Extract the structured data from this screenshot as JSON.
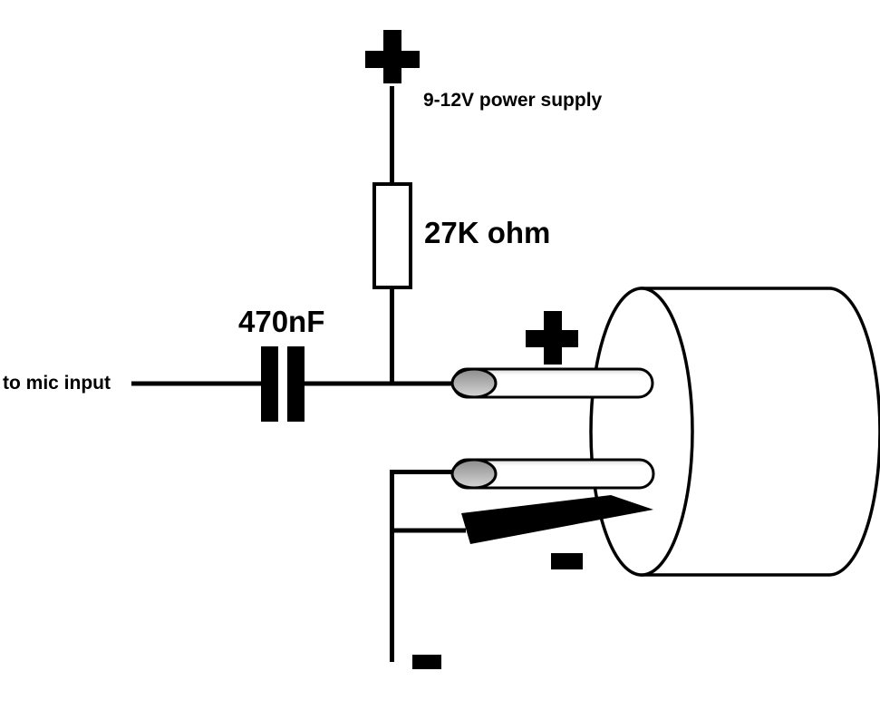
{
  "diagram": {
    "description": "Electret microphone capsule wiring diagram",
    "labels": {
      "power_supply": "9-12V power supply",
      "resistor_value": "27K ohm",
      "capacitor_value": "470nF",
      "mic_input": "to mic input"
    },
    "icons": {
      "power_positive": {
        "name": "plus-icon",
        "glyph": "+"
      },
      "mic_pin_positive": {
        "name": "plus-icon",
        "glyph": "+"
      },
      "mic_case_negative": {
        "name": "minus-icon",
        "glyph": "-"
      },
      "ground_negative": {
        "name": "minus-icon",
        "glyph": "-"
      }
    },
    "colors": {
      "ink": "#000000",
      "background": "#ffffff",
      "pin_end_dark": "#8c8c8c",
      "pin_end_light": "#d6d6d6"
    }
  }
}
